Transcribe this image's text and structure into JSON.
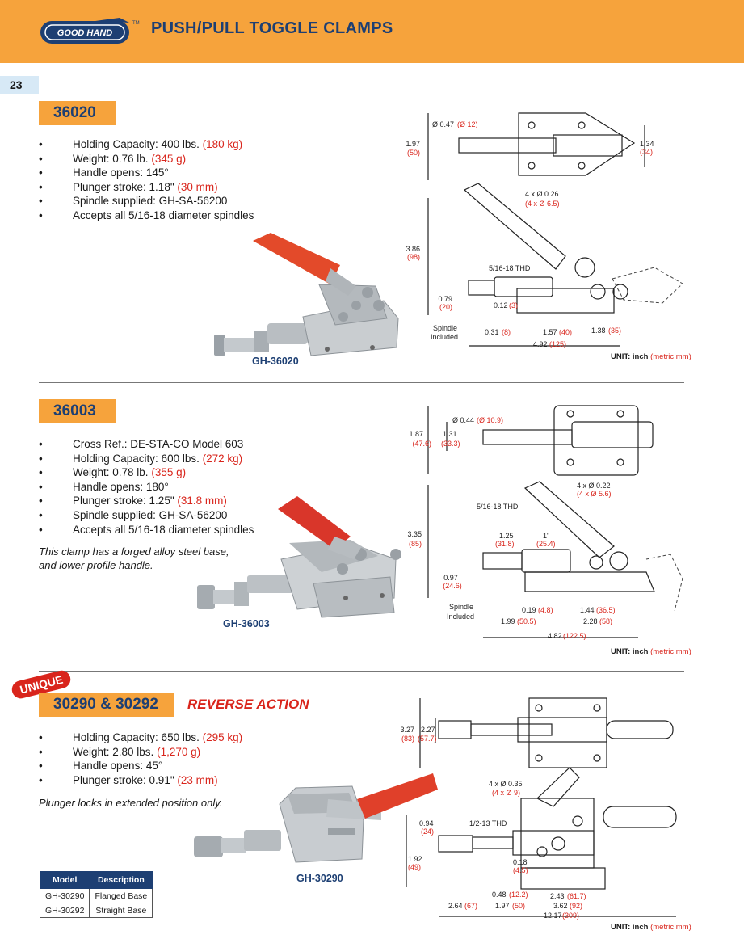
{
  "header": {
    "brand": "GOOD HAND",
    "trademark": "TM",
    "title": "PUSH/PULL TOGGLE CLAMPS",
    "page_number": "23"
  },
  "colors": {
    "header_bg": "#f6a33c",
    "navy": "#1d3f73",
    "metric_red": "#d9251c",
    "page_tab": "#d7e9f6"
  },
  "s1": {
    "model": "36020",
    "specs": [
      {
        "text": "Holding Capacity: 400 lbs.",
        "metric": "(180 kg)"
      },
      {
        "text": "Weight: 0.76 lb.",
        "metric": "(345 g)"
      },
      {
        "text": "Handle opens: 145°",
        "metric": ""
      },
      {
        "text": "Plunger stroke: 1.18\"",
        "metric": "(30 mm)"
      },
      {
        "text": "Spindle supplied: GH-SA-56200",
        "metric": ""
      },
      {
        "text": "Accepts all 5/16-18 diameter spindles",
        "metric": ""
      }
    ],
    "caption": "GH-36020",
    "dims": {
      "hole": "Ø 0.47",
      "hole_mm": "(Ø 12)",
      "w197": "1.97",
      "w197_mm": "(50)",
      "h134": "1.34",
      "h134_mm": "(34)",
      "bolt": "4 x Ø 0.26",
      "bolt_mm": "(4 x Ø 6.5)",
      "h386": "3.86",
      "h386_mm": "(98)",
      "thread": "5/16-18 THD",
      "h079": "0.79",
      "h079_mm": "(20)",
      "d012": "0.12",
      "d012_mm": "(3)",
      "spindle1": "Spindle",
      "spindle2": "Included",
      "d031": "0.31",
      "d031_mm": "(8)",
      "d157": "1.57",
      "d157_mm": "(40)",
      "d138": "1.38",
      "d138_mm": "(35)",
      "d492": "4.92",
      "d492_mm": "(125)"
    },
    "unit": "UNIT: inch",
    "unit_mm": "(metric mm)"
  },
  "s2": {
    "model": "36003",
    "specs": [
      {
        "text": "Cross Ref.: DE-STA-CO Model 603",
        "metric": ""
      },
      {
        "text": "Holding Capacity: 600 lbs.",
        "metric": "(272 kg)"
      },
      {
        "text": "Weight: 0.78 lb.",
        "metric": "(355 g)"
      },
      {
        "text": "Handle opens: 180°",
        "metric": ""
      },
      {
        "text": "Plunger stroke: 1.25\"",
        "metric": "(31.8 mm)"
      },
      {
        "text": "Spindle supplied: GH-SA-56200",
        "metric": ""
      },
      {
        "text": "Accepts all 5/16-18 diameter spindles",
        "metric": ""
      }
    ],
    "note1": "This clamp has a forged alloy steel base,",
    "note2": "and lower profile handle.",
    "caption": "GH-36003",
    "dims": {
      "h187": "1.87",
      "h187_mm": "(47.6)",
      "h131": "1.31",
      "h131_mm": "(33.3)",
      "hole": "Ø 0.44",
      "hole_mm": "(Ø 10.9)",
      "bolt": "4 x Ø 0.22",
      "bolt_mm": "(4 x Ø 5.6)",
      "thread": "5/16-18 THD",
      "h335": "3.35",
      "h335_mm": "(85)",
      "d125": "1.25",
      "d125_mm": "(31.8)",
      "d1": "1\"",
      "d1_mm": "(25.4)",
      "h097": "0.97",
      "h097_mm": "(24.6)",
      "spindle1": "Spindle",
      "spindle2": "Included",
      "d019": "0.19",
      "d019_mm": "(4.8)",
      "d144": "1.44",
      "d144_mm": "(36.5)",
      "d199": "1.99",
      "d199_mm": "(50.5)",
      "d228": "2.28",
      "d228_mm": "(58)",
      "d482": "4.82",
      "d482_mm": "(122.5)"
    },
    "unit": "UNIT: inch",
    "unit_mm": "(metric mm)"
  },
  "s3": {
    "badge": "UNIQUE",
    "model": "30290 & 30292",
    "subtitle": "REVERSE ACTION",
    "specs": [
      {
        "text": "Holding Capacity: 650 lbs.",
        "metric": "(295 kg)"
      },
      {
        "text": "Weight: 2.80 lbs.",
        "metric": "(1,270 g)"
      },
      {
        "text": "Handle opens: 45°",
        "metric": ""
      },
      {
        "text": "Plunger stroke: 0.91\"",
        "metric": "(23 mm)"
      }
    ],
    "note": "Plunger locks in extended position only.",
    "caption": "GH-30290",
    "table": {
      "headers": [
        "Model",
        "Description"
      ],
      "rows": [
        [
          "GH-30290",
          "Flanged Base"
        ],
        [
          "GH-30292",
          "Straight Base"
        ]
      ]
    },
    "dims": {
      "h327": "3.27",
      "h327_mm": "(83)",
      "h227": "2.27",
      "h227_mm": "(57.7)",
      "bolt": "4 x Ø 0.35",
      "bolt_mm": "(4 x Ø 9)",
      "d094": "0.94",
      "d094_mm": "(24)",
      "thread": "1/2-13 THD",
      "h192": "1.92",
      "h192_mm": "(49)",
      "d018": "0.18",
      "d018_mm": "(4.5)",
      "d048": "0.48",
      "d048_mm": "(12.2)",
      "d243": "2.43",
      "d243_mm": "(61.7)",
      "d264": "2.64",
      "d264_mm": "(67)",
      "d197": "1.97",
      "d197_mm": "(50)",
      "d362": "3.62",
      "d362_mm": "(92)",
      "d1217": "12.17",
      "d1217_mm": "(309)"
    },
    "unit": "UNIT: inch",
    "unit_mm": "(metric mm)"
  }
}
